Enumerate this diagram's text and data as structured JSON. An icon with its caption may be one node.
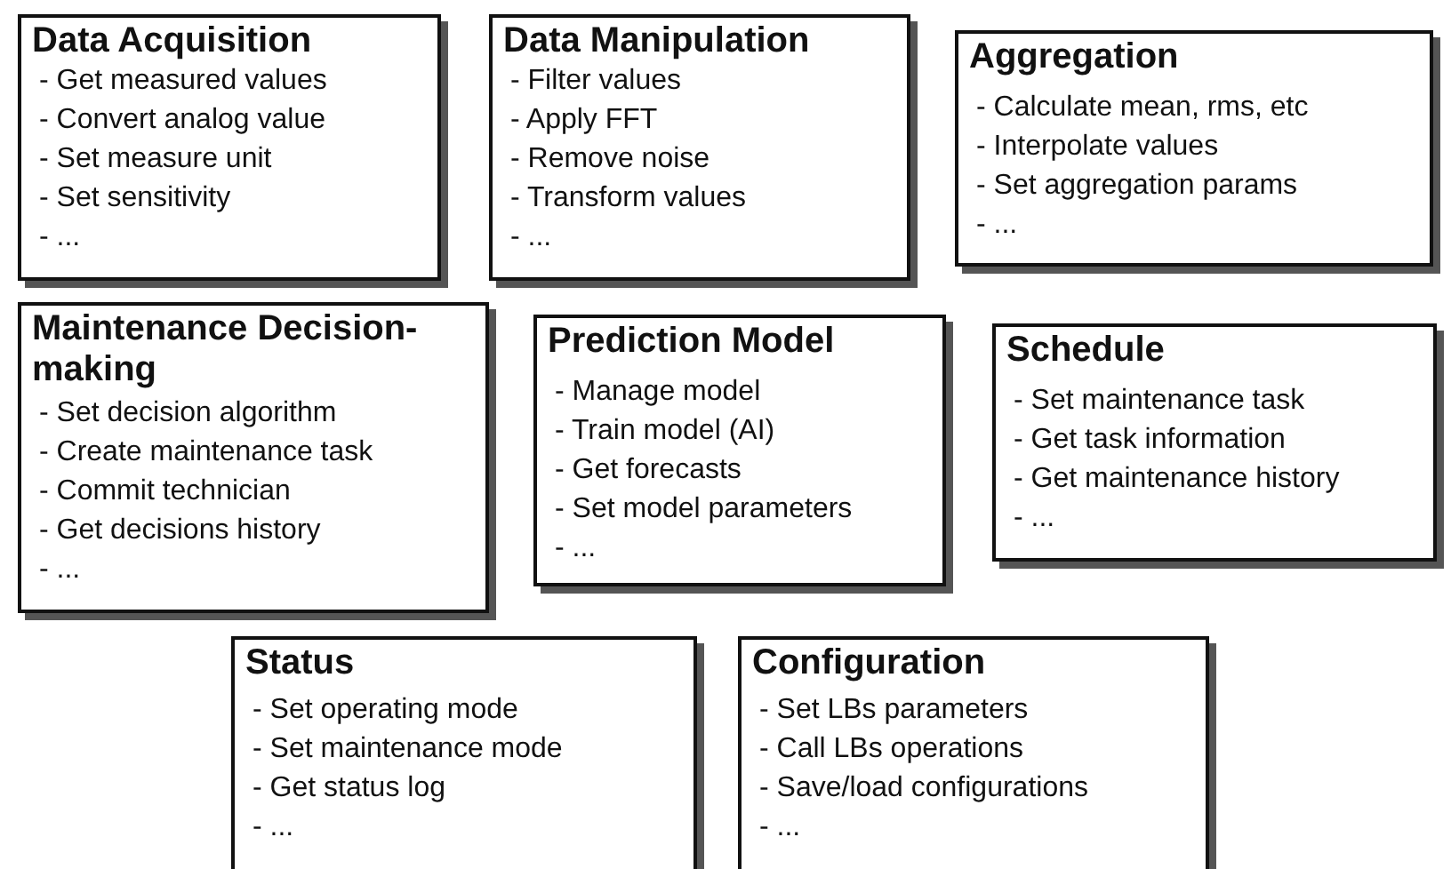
{
  "diagram": {
    "nodes": [
      {
        "text": [
          "Data Acquisition",
          "- Get measured values",
          "- Convert analog value",
          "- Set measure unit",
          "- Set sensitivity",
          "- ..."
        ]
      },
      {
        "text": [
          "Data Manipulation",
          "- Filter values",
          "- Apply FFT",
          "- Remove noise",
          "- Transform values",
          "- ..."
        ]
      },
      {
        "text": [
          "Aggregation",
          "- Calculate mean, rms, etc",
          "- Interpolate values",
          "- Set aggregation params",
          "- ..."
        ]
      },
      {
        "text": [
          "Maintenance Decision-making",
          "- Set decision algorithm",
          "- Create maintenance task",
          "- Commit technician",
          "- Get decisions history",
          "- ..."
        ]
      },
      {
        "text": [
          "Prediction Model",
          "- Manage model",
          "- Train model (AI)",
          "- Get forecasts",
          "- Set model parameters",
          "- ..."
        ]
      },
      {
        "text": [
          "Schedule",
          "- Set maintenance task",
          "- Get task information",
          "- Get maintenance history",
          "- ..."
        ]
      },
      {
        "text": [
          "Status",
          "- Set operating mode",
          "- Set maintenance mode",
          "- Get status log",
          "- ..."
        ]
      },
      {
        "text": [
          "Configuration",
          "- Set LBs parameters",
          "- Call LBs operations",
          "- Save/load configurations",
          "- ..."
        ]
      }
    ]
  }
}
